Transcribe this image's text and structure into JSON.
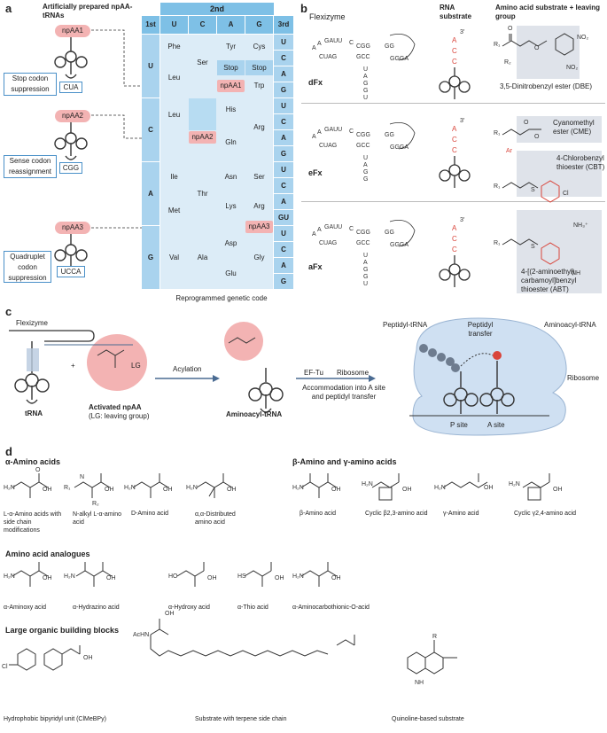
{
  "panel_a": {
    "letter": "a",
    "title": "Artificially prepared npAA-tRNAs",
    "trnas": [
      {
        "pill": "npAA1",
        "anticodon": "CUA",
        "label": "Stop codon suppression"
      },
      {
        "pill": "npAA2",
        "anticodon": "CGG",
        "label": "Sense codon reassignment"
      },
      {
        "pill": "npAA3",
        "anticodon": "UCCA",
        "label": "Quadruplet codon suppression"
      }
    ],
    "table_header_2nd": "2nd",
    "table_header_1st": "1st",
    "table_header_3rd": "3rd",
    "cols": [
      "U",
      "C",
      "A",
      "G"
    ],
    "rows": [
      "U",
      "C",
      "A",
      "G"
    ],
    "third": [
      "U",
      "C",
      "A",
      "G",
      "U",
      "C",
      "A",
      "G",
      "U",
      "C",
      "A",
      "GU",
      "U",
      "C",
      "A",
      "G"
    ],
    "aa_U": [
      "Phe",
      "Leu",
      "Ser",
      "Tyr",
      "Stop",
      "Cys",
      "Stop",
      "Trp"
    ],
    "aa_C": [
      "Leu",
      "His",
      "Gln",
      "Arg"
    ],
    "aa_A": [
      "Ile",
      "Met",
      "Thr",
      "Asn",
      "Lys",
      "Ser",
      "Arg"
    ],
    "aa_G": [
      "Val",
      "Ala",
      "Asp",
      "Glu",
      "Gly"
    ],
    "caption": "Reprogrammed genetic code"
  },
  "panel_b": {
    "letter": "b",
    "col_flexizyme": "Flexizyme",
    "col_rna": "RNA substrate",
    "col_aa": "Amino acid substrate + leaving group",
    "rows": [
      {
        "name": "dFx",
        "esters": [
          "3,5-Dinitrobenzyl ester (DBE)"
        ]
      },
      {
        "name": "eFx",
        "esters": [
          "Cyanomethyl ester (CME)",
          "4-Chlorobenzyl thioester (CBT)"
        ]
      },
      {
        "name": "aFx",
        "esters": [
          "4-[(2-aminoethyl) carbamoyl]benzyl thioester (ABT)"
        ]
      }
    ],
    "acc": "ACC",
    "three_prime": "3′"
  },
  "panel_c": {
    "letter": "c",
    "flexizyme": "Flexizyme",
    "trna": "tRNA",
    "activated": "Activated npAA",
    "activated_sub": "(LG: leaving group)",
    "lg": "LG",
    "acylation": "Acylation",
    "aminoacyl": "Aminoacyl-tRNA",
    "eftu": "EF-Tu",
    "ribosome_arrow": "Ribosome",
    "accommodation": "Accommodation into A site and peptidyl transfer",
    "peptidyl_trna": "Peptidyl-tRNA",
    "peptidyl_transfer": "Peptidyl transfer",
    "aminoacyl_trna": "Aminoacyl-tRNA",
    "ribosome": "Ribosome",
    "p_site": "P site",
    "a_site": "A site"
  },
  "panel_d": {
    "letter": "d",
    "alpha_title": "α-Amino acids",
    "alpha": [
      "L-α-Amino acids with side chain modifications",
      "N-alkyl L-α-amino acid",
      "D-Amino acid",
      "α,α-Distributed amino acid"
    ],
    "beta_title": "β-Amino and γ-amino acids",
    "beta": [
      "β-Amino acid",
      "Cyclic β2,3-amino acid",
      "γ-Amino acid",
      "Cyclic γ2,4-amino acid"
    ],
    "analogue_title": "Amino acid analogues",
    "analogues": [
      "α-Aminoxy acid",
      "α-Hydrazino acid",
      "α-Hydroxy acid",
      "α-Thio acid",
      "α-Aminocarbothionic-O-acid"
    ],
    "large_title": "Large organic building blocks",
    "large": [
      "Hydrophobic bipyridyl unit (ClMeBPy)",
      "Substrate with terpene side chain",
      "Quinoline-based substrate"
    ]
  },
  "colors": {
    "pink": "#f3b3b3",
    "blue_header": "#7ec0e6",
    "blue_cell": "#dcecf7",
    "gray_box": "#dfe3ea",
    "ribosome": "#cfe0f2",
    "red_acc": "#d9443a"
  }
}
